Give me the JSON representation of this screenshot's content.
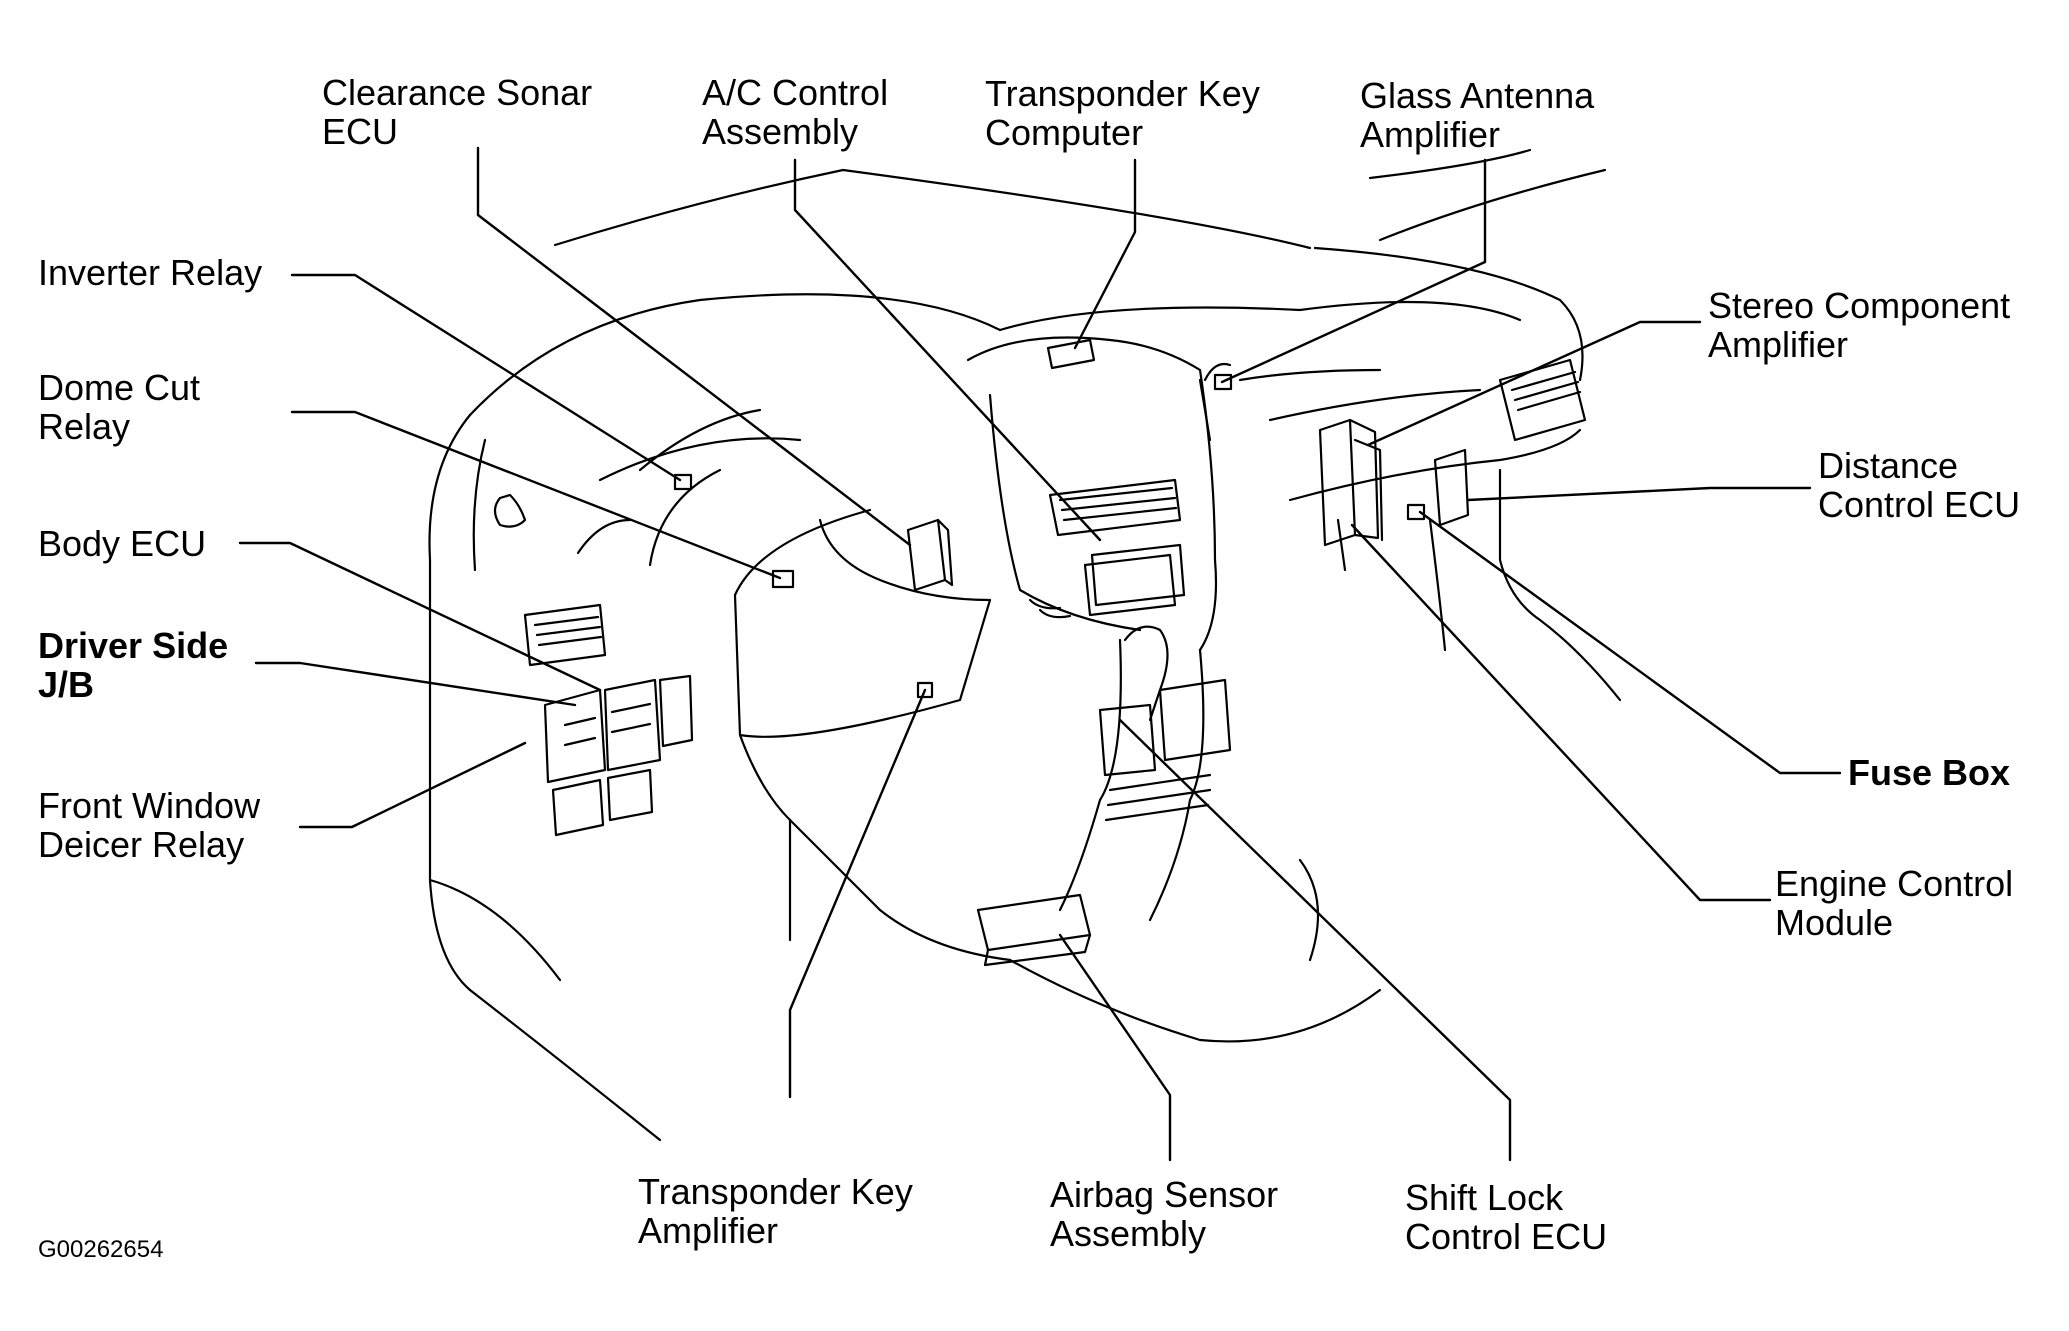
{
  "diagram": {
    "figure_code": "G00262654",
    "labels": {
      "clearance_sonar_ecu": [
        "Clearance Sonar",
        "ECU"
      ],
      "ac_control_assembly": [
        "A/C Control",
        "Assembly"
      ],
      "transponder_key_computer": [
        "Transponder Key",
        "Computer"
      ],
      "glass_antenna_amplifier": [
        "Glass Antenna",
        "Amplifier"
      ],
      "stereo_component_amplifier": [
        "Stereo Component",
        "Amplifier"
      ],
      "inverter_relay": [
        "Inverter Relay"
      ],
      "dome_cut_relay": [
        "Dome Cut",
        "Relay"
      ],
      "distance_control_ecu": [
        "Distance",
        "Control ECU"
      ],
      "body_ecu": [
        "Body ECU"
      ],
      "driver_side_jb": [
        "Driver Side",
        "J/B"
      ],
      "fuse_box": [
        "Fuse Box"
      ],
      "front_window_deicer_relay": [
        "Front Window",
        "Deicer Relay"
      ],
      "engine_control_module": [
        "Engine Control",
        "Module"
      ],
      "transponder_key_amplifier": [
        "Transponder Key",
        "Amplifier"
      ],
      "airbag_sensor_assembly": [
        "Airbag Sensor",
        "Assembly"
      ],
      "shift_lock_control_ecu": [
        "Shift Lock",
        "Control ECU"
      ]
    }
  }
}
